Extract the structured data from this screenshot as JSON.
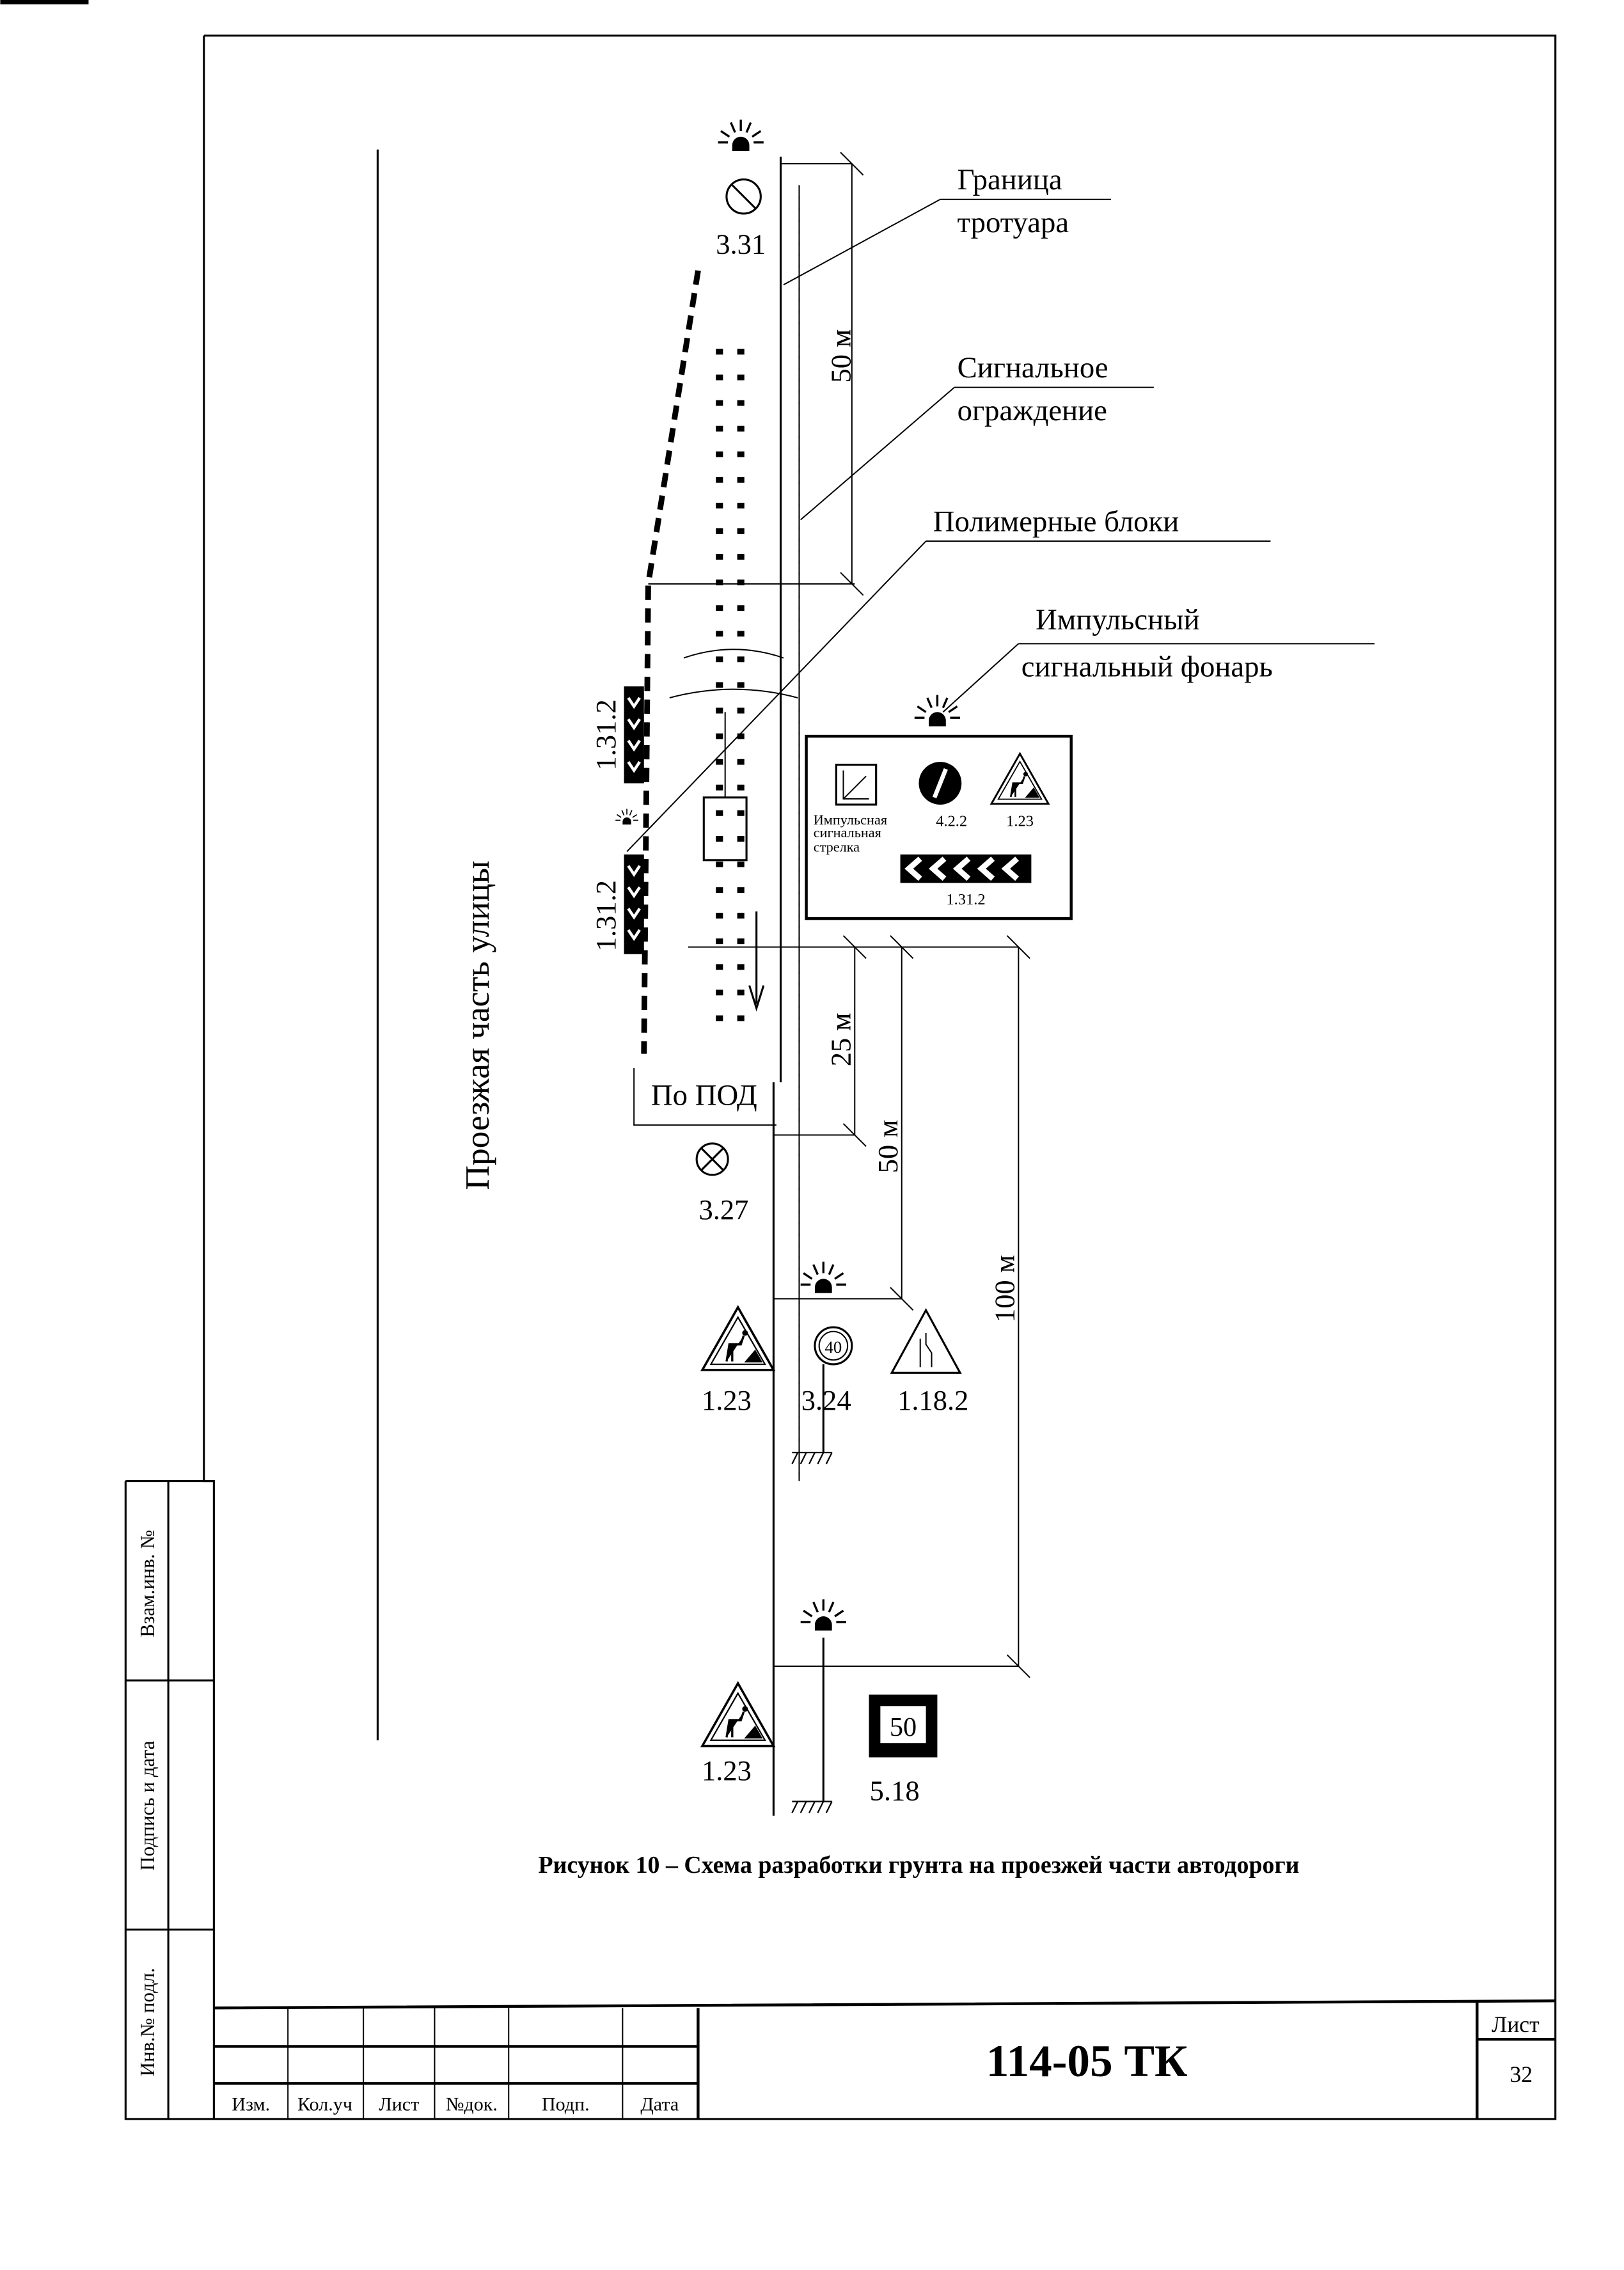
{
  "drawing": {
    "street_label": "Проезжая часть улицы",
    "labels": {
      "sidewalk_border": [
        "Граница",
        "тротуара"
      ],
      "signal_fence": [
        "Сигнальное",
        "ограждение"
      ],
      "polymer_blocks": "Полимерные блоки",
      "pulse_lamp": [
        "Импульсный",
        "сигнальный фонарь"
      ]
    },
    "dimensions": {
      "d_top": "50 м",
      "d_25": "25 м",
      "d_50": "50 м",
      "d_100": "100 м"
    },
    "po_pod": "По ПОД",
    "signs": {
      "s331": "3.31",
      "s3312_upper": "1.31.2",
      "s3312_lower": "1.31.2",
      "s327": "3.27",
      "s123_a": "1.23",
      "s324": "3.24",
      "s324_value": "40",
      "s1182": "1.18.2",
      "s123_b": "1.23",
      "s518": "5.18",
      "s518_value": "50"
    },
    "panel": {
      "arrow_caption": [
        "Импульсная",
        "сигнальная",
        "стрелка"
      ],
      "s422": "4.2.2",
      "s123": "1.23",
      "s1312": "1.31.2"
    }
  },
  "caption": "Рисунок 10 – Схема разработки грунта на проезжей части автодороги",
  "side_stamp": {
    "zam": "Взам.инв. №",
    "sign": "Подпись и дата",
    "inv": "Инв.№ подл."
  },
  "title_block": {
    "columns": [
      "Изм.",
      "Кол.уч",
      "Лист",
      "№док.",
      "Подп.",
      "Дата"
    ],
    "doc_code": "114-05 ТК",
    "sheet_label": "Лист",
    "sheet_number": "32"
  }
}
